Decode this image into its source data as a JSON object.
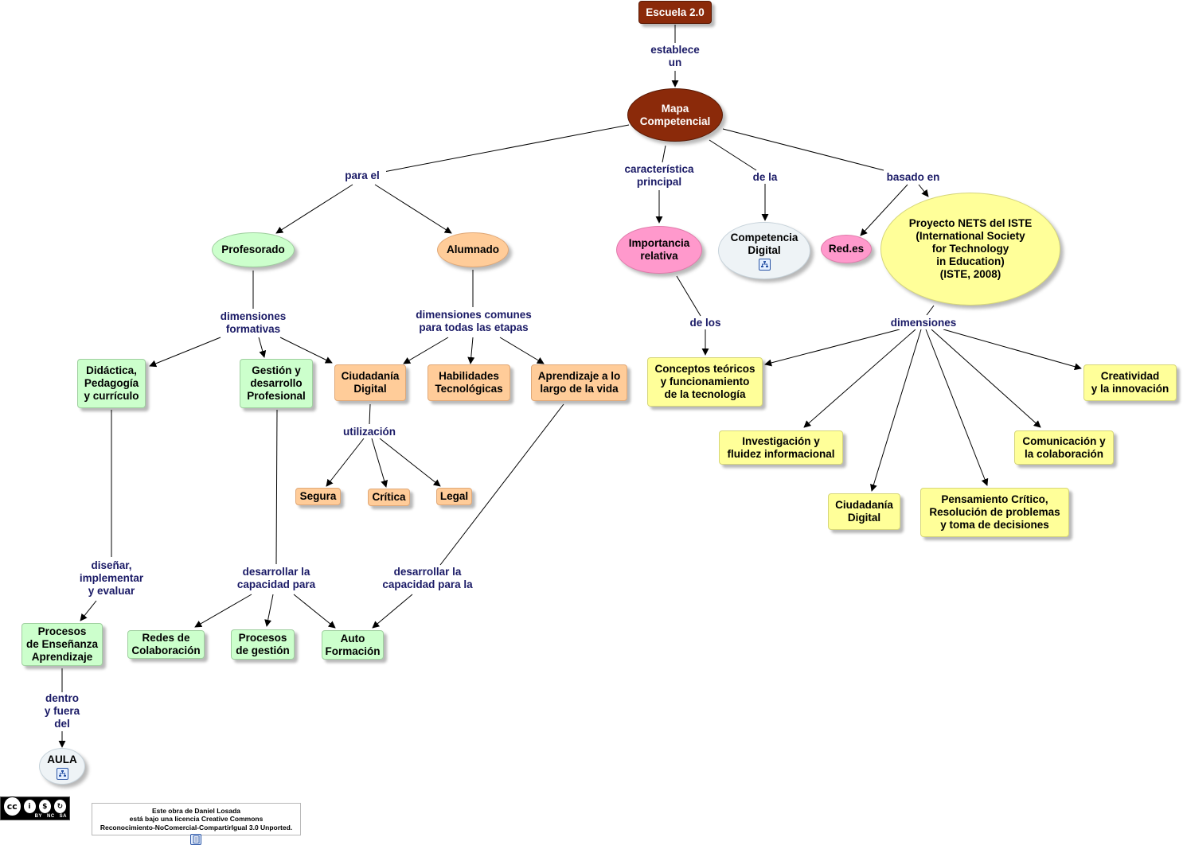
{
  "nodes": {
    "escuela": "Escuela 2.0",
    "mapa": "Mapa\nCompetencial",
    "profesorado": "Profesorado",
    "alumnado": "Alumnado",
    "importancia": "Importancia\nrelativa",
    "competencia": "Competencia\nDigital",
    "redes_es": "Red.es",
    "nets": "Proyecto NETS del ISTE\n(International  Society\nfor  Technology\nin  Education)\n(ISTE, 2008)",
    "didactica": "Didáctica,\nPedagogía\ny currículo",
    "gestion": "Gestión y\ndesarrollo\nProfesional",
    "ciudadania": "Ciudadanía\nDigital",
    "habilidades": "Habilidades\nTecnológicas",
    "aprendizaje": "Aprendizaje a lo\nlargo de la vida",
    "conceptos": "Conceptos teóricos\ny funcionamiento\nde la tecnología",
    "creatividad": "Creatividad\ny la innovación",
    "investigacion": "Investigación y\nfluidez informacional",
    "comunicacion": "Comunicación y\nla colaboración",
    "ciudadania2": "Ciudadanía\nDigital",
    "pensamiento": "Pensamiento Crítico,\nResolución de problemas\ny toma de decisiones",
    "segura": "Segura",
    "critica": "Crítica",
    "legal": "Legal",
    "procesos_ea": "Procesos\nde Enseñanza\nAprendizaje",
    "redes_colab": "Redes de\nColaboración",
    "procesos_gestion": "Procesos\nde gestión",
    "auto": "Auto\nFormación",
    "aula": "AULA"
  },
  "links": {
    "establece": "establece\nun",
    "para_el": "para el",
    "caracteristica": "característica\nprincipal",
    "de_la": "de la",
    "basado_en": "basado en",
    "dim_formativas": "dimensiones\nformativas",
    "dim_comunes": "dimensiones comunes\npara todas las etapas",
    "de_los": "de los",
    "dimensiones": "dimensiones",
    "utilizacion": "utilización",
    "disenar": "diseñar,\nimplementar\ny evaluar",
    "desarrollar1": "desarrollar la\ncapacidad para",
    "desarrollar2": "desarrollar la\ncapacidad para la",
    "dentro": "dentro\ny fuera\ndel"
  },
  "license": {
    "line1": "Este obra de Daniel Losada",
    "line2": "está bajo una licencia Creative Commons",
    "line3": "Reconocimiento-NoComercial-CompartirIgual 3.0 Unported.",
    "cc_by": "BY",
    "cc_nc": "NC",
    "cc_sa": "SA"
  },
  "colors": {
    "dark": "#8b2a0a",
    "green": "#ccffcc",
    "peach": "#ffcc99",
    "yellow": "#ffff99",
    "pink": "#ff99cc",
    "grey": "#eef3f6",
    "link_text": "#1a1a66"
  },
  "icons": {
    "submap": "concept-map-icon",
    "document": "document-icon"
  }
}
